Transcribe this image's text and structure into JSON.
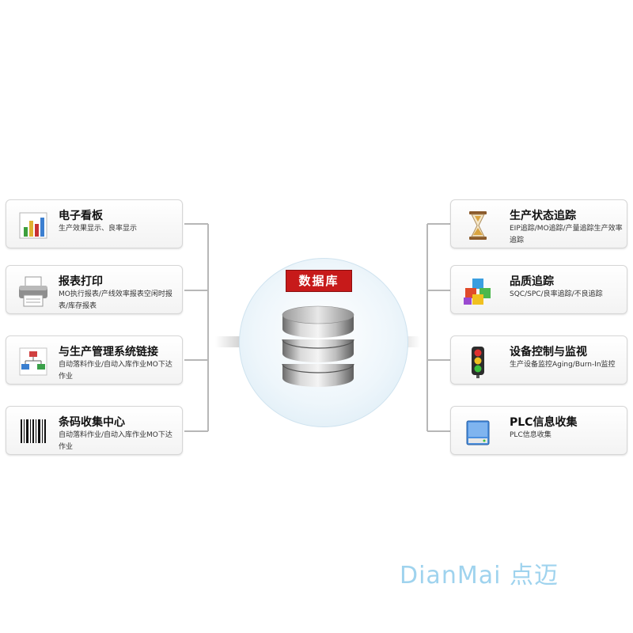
{
  "center": {
    "label": "数据库"
  },
  "left_cards": [
    {
      "title": "电子看板",
      "sub": "生产效果显示、良率显示",
      "icon": "bar-chart-icon"
    },
    {
      "title": "报表打印",
      "sub": "MO执行报表/产线效率报表空闲时报表/库存报表",
      "icon": "printer-icon"
    },
    {
      "title": "与生产管理系统链接",
      "sub": "自动落料作业/自动入库作业MO下达作业",
      "icon": "org-chart-icon"
    },
    {
      "title": "条码收集中心",
      "sub": "自动落料作业/自动入库作业MO下达作业",
      "icon": "barcode-icon"
    }
  ],
  "right_cards": [
    {
      "title": "生产状态追踪",
      "sub": "EIP追踪/MO追踪/产量追踪生产效率追踪",
      "icon": "hourglass-icon"
    },
    {
      "title": "品质追踪",
      "sub": "SQC/SPC/良率追踪/不良追踪",
      "icon": "cubes-icon"
    },
    {
      "title": "设备控制与监视",
      "sub": "生产设备监控Aging/Burn-In监控",
      "icon": "traffic-light-icon"
    },
    {
      "title": "PLC信息收集",
      "sub": "PLC信息收集",
      "icon": "drive-icon"
    }
  ],
  "watermark": "DianMai 点迈"
}
